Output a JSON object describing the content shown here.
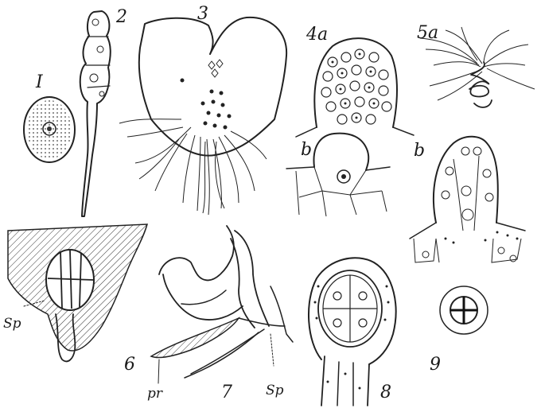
{
  "plate": {
    "figures": [
      {
        "id": "fig1",
        "label": "I"
      },
      {
        "id": "fig2",
        "label": "2"
      },
      {
        "id": "fig3",
        "label": "3"
      },
      {
        "id": "fig4a",
        "label": "4a"
      },
      {
        "id": "fig4b",
        "label": "b"
      },
      {
        "id": "fig5a",
        "label": "5a"
      },
      {
        "id": "fig5b",
        "label": "b"
      },
      {
        "id": "fig6",
        "label": "6",
        "annotation": "Sp"
      },
      {
        "id": "fig7",
        "label": "7",
        "annotations": [
          "pr",
          "Sp"
        ]
      },
      {
        "id": "fig8",
        "label": "8"
      },
      {
        "id": "fig9",
        "label": "9"
      }
    ]
  }
}
